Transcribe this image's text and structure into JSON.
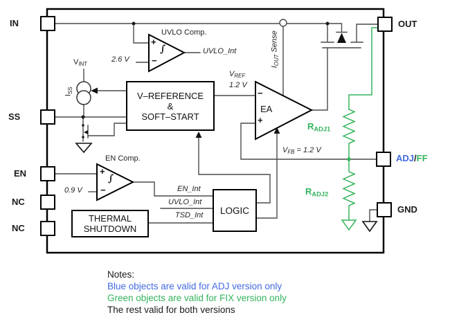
{
  "colors": {
    "wire": "#4a4a4a",
    "outline": "#000000",
    "green": "#33b35c",
    "blue": "#4169e1"
  },
  "pins": {
    "in": "IN",
    "ss": "SS",
    "en": "EN",
    "nc1": "NC",
    "nc2": "NC",
    "out": "OUT",
    "gnd": "GND",
    "adjff": {
      "adj": "ADJ",
      "slash": "/",
      "ff": "FF"
    }
  },
  "blocks": {
    "vref_ss": {
      "line1": "V–REFERENCE",
      "line2": "&",
      "line3": "SOFT–START"
    },
    "thermal": {
      "line1": "THERMAL",
      "line2": "SHUTDOWN"
    },
    "logic": {
      "label": "LOGIC"
    }
  },
  "comparators": {
    "uvlo": {
      "title": "UVLO Comp.",
      "plus": "+",
      "minus": "−",
      "hys": "∫",
      "ref": "2.6 V",
      "out_net": "UVLO_Int"
    },
    "en": {
      "title": "EN Comp.",
      "plus": "+",
      "minus": "−",
      "hys": "∫",
      "ref": "0.9 V"
    },
    "ea": {
      "label": "EA",
      "plus": "+",
      "minus": "−"
    }
  },
  "labels": {
    "vint": {
      "main": "V",
      "sub": "INT"
    },
    "iss": {
      "main": "I",
      "sub": "SS"
    },
    "vref": {
      "main": "V",
      "sub": "REF",
      "value": "1.2 V"
    },
    "iout": {
      "main": "I",
      "sub": "OUT",
      "rest": " Sense"
    },
    "vfb": {
      "main": "V",
      "sub": "FB",
      "rest": " = 1.2 V"
    },
    "radj1": {
      "main": "R",
      "sub": "ADJ1"
    },
    "radj2": {
      "main": "R",
      "sub": "ADJ2"
    },
    "en_int": "EN_Int",
    "uvlo_int": "UVLO_Int",
    "tsd_int": "TSD_Int"
  },
  "notes": {
    "title": "Notes:",
    "lines": [
      {
        "text": "Blue objects are valid for ADJ version only"
      },
      {
        "text": "Green objects are valid for FIX version only"
      },
      {
        "text": "The rest valid for both versions"
      }
    ]
  }
}
